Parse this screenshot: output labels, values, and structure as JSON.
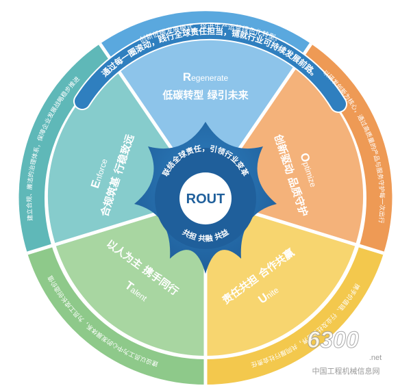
{
  "center": {
    "title": "ROUT",
    "top_arc": "联结全球责任，引领行业变革",
    "bottom_arc": "共担 共融 共益"
  },
  "banner": "通过每一圈滚动，践行全球责任担当，铺就行业可持续发展前路。",
  "segments": {
    "regenerate": {
      "letter": "R",
      "word": "egenerate",
      "title": "低碳转型 绿引未来",
      "outer": "创新低碳发展模式，促进生产运营绿色化转型。",
      "color": "#5aa8de"
    },
    "optimize": {
      "letter": "O",
      "word": "ptimize",
      "title": "创新驱动 品质守护",
      "outer": "以研发创新为核心，通过高质量的产品与服务守护每一次出行",
      "color": "#ee9a55"
    },
    "unite": {
      "letter": "U",
      "word": "nite",
      "title": "责任共担 合作共赢",
      "outer": "携手价值链、行业及社会各界，共同履行社会责任",
      "color": "#f3c84d"
    },
    "talent": {
      "letter": "T",
      "word": "alent",
      "title": "以人为主 携手同行",
      "outer": "建设以员工为中心的发展体系，为员工成长创造价值",
      "color": "#8ec98a"
    },
    "enforce": {
      "letter": "E",
      "word": "nforce",
      "title": "合规筑基 行稳致远",
      "outer": "建立合规、廉洁的治理体系，保障企业发展战略稳步推进",
      "color": "#5fb8b8"
    }
  },
  "watermark": {
    "number": "6300",
    "domain": ".net",
    "caption": "中国工程机械信息网"
  }
}
